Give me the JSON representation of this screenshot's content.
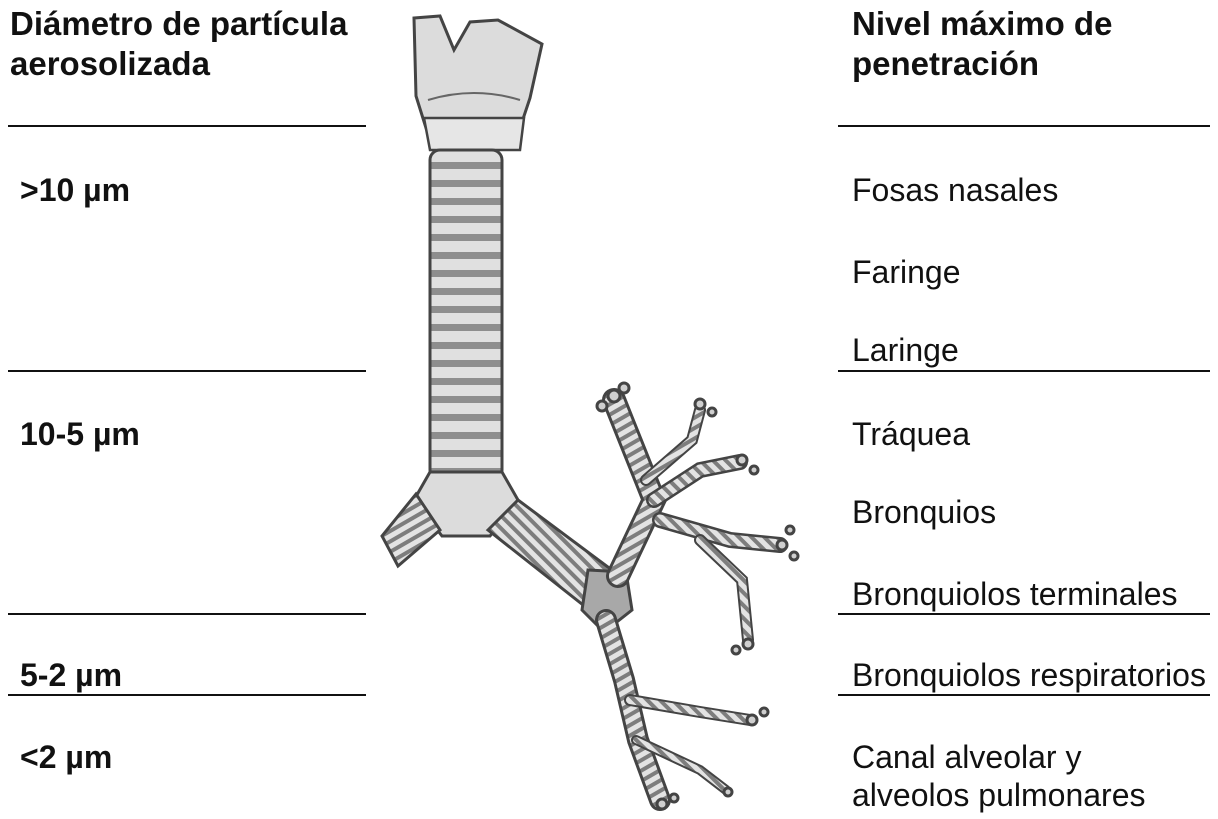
{
  "left_header": {
    "line1": "Diámetro de partícula",
    "line2": "aerosolizada"
  },
  "right_header": {
    "line1": "Nivel máximo de",
    "line2": "penetración"
  },
  "left_labels": [
    ">10 µm",
    "10-5 µm",
    "5-2 µm",
    "<2 µm"
  ],
  "right_labels": [
    "Fosas nasales",
    "Faringe",
    "Laringe",
    "Tráquea",
    "Bronquios",
    "Bronquiolos terminales",
    "Bronquiolos respiratorios",
    "Canal alveolar y",
    "alveolos pulmonares"
  ],
  "illustration": {
    "icon": "trachea-bronchial-tree-icon",
    "fill": "#d8d8d8",
    "stroke": "#555555"
  }
}
